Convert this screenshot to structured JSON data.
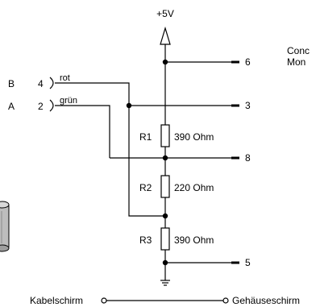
{
  "supply": {
    "label": "+5V"
  },
  "side_note": {
    "line1": "Conc",
    "line2": "Mon"
  },
  "connector": {
    "pin_b": {
      "letter": "B",
      "number": "4",
      "wire": "rot"
    },
    "pin_a": {
      "letter": "A",
      "number": "2",
      "wire": "grün"
    }
  },
  "terminals": {
    "t6": "6",
    "t3": "3",
    "t8": "8",
    "t5": "5"
  },
  "resistors": {
    "r1": {
      "name": "R1",
      "value": "390 Ohm"
    },
    "r2": {
      "name": "R2",
      "value": "220 Ohm"
    },
    "r3": {
      "name": "R3",
      "value": "390 Ohm"
    }
  },
  "shield": {
    "cable": "Kabelschirm",
    "housing": "Gehäuseschirm"
  },
  "colors": {
    "line": "#000000",
    "device_fill": "#bdbdbd"
  }
}
